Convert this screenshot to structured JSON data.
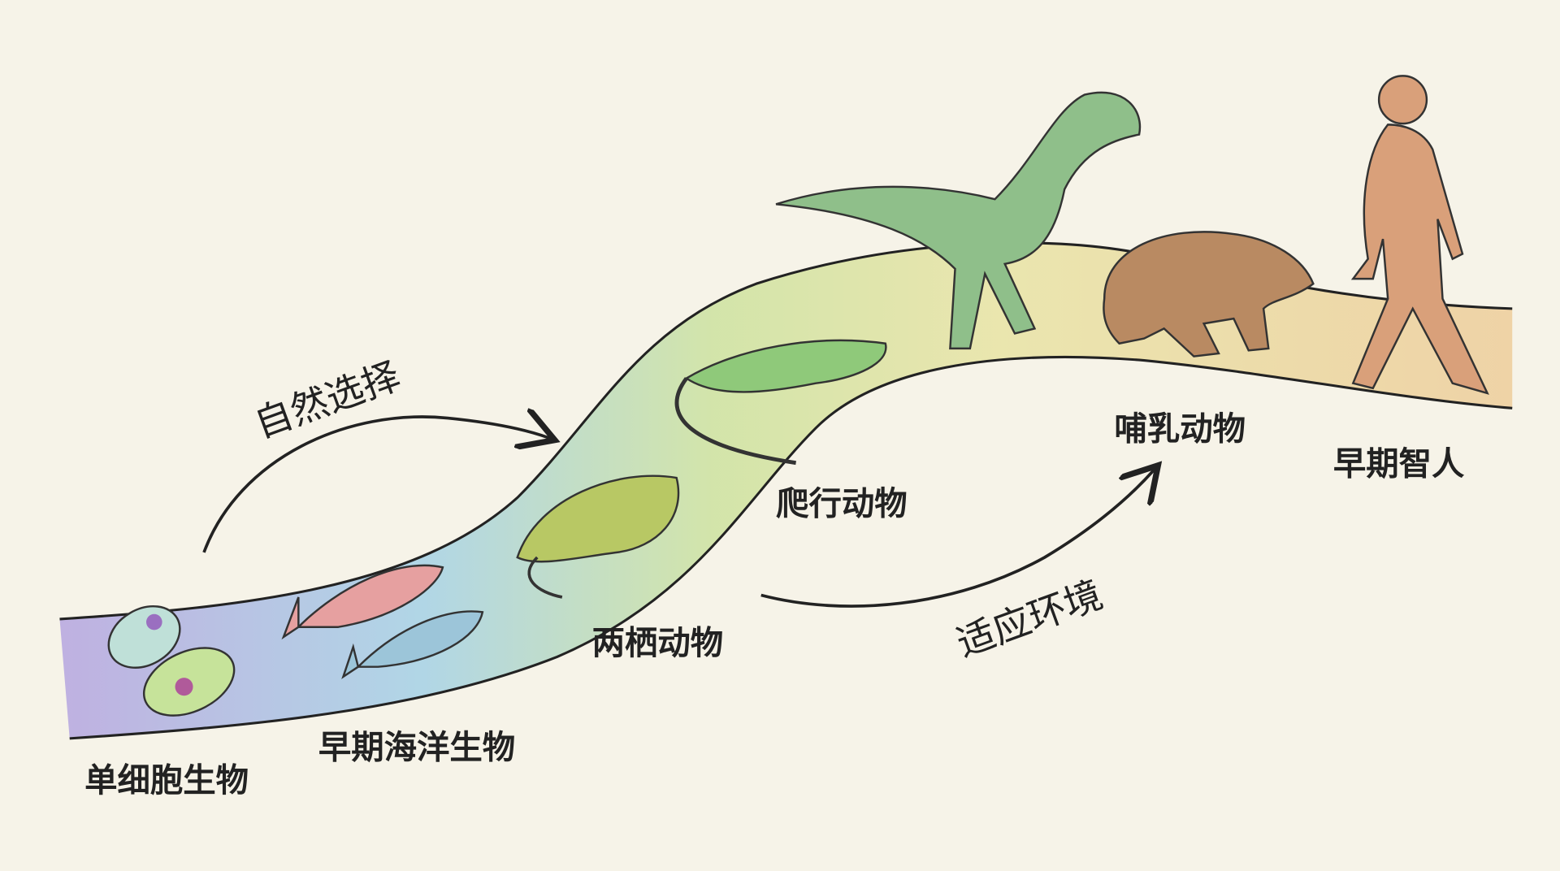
{
  "stages": [
    {
      "label": "单细胞生物"
    },
    {
      "label": "早期海洋生物"
    },
    {
      "label": "两栖动物"
    },
    {
      "label": "爬行动物"
    },
    {
      "label": "哺乳动物"
    },
    {
      "label": "早期智人"
    }
  ],
  "annotations": {
    "natural_selection": "自然选择",
    "adaptation": "适应环境"
  },
  "colors": {
    "background": "#f6f3e8",
    "band_start": "#b9a9e0",
    "band_blue": "#a9d3e6",
    "band_green": "#cfe3a3",
    "band_end": "#eecf9f",
    "ink": "#222222"
  }
}
